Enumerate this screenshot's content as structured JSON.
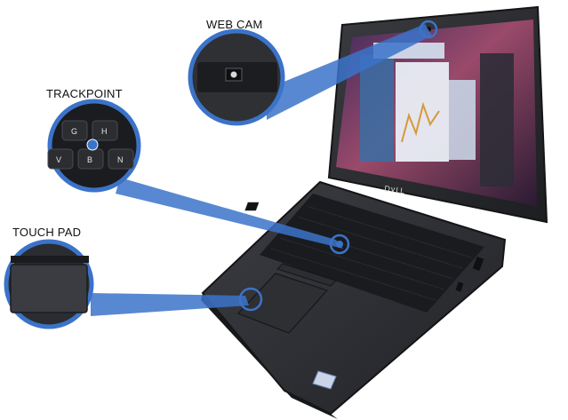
{
  "callouts": {
    "webcam": {
      "label": "WEB CAM"
    },
    "trackpoint": {
      "label": "TRACKPOINT",
      "keys": [
        "G",
        "H",
        "V",
        "B",
        "N"
      ]
    },
    "touchpad": {
      "label": "TOUCH PAD"
    }
  },
  "brand": {
    "logo": "DELL"
  },
  "colors": {
    "callout_blue": "#3b73c9",
    "laptop_body": "#2a2c30",
    "keyboard": "#1d1e21",
    "screen_wallpaper": "#7a3a5a"
  },
  "icons": [
    "webcam-icon",
    "trackpoint-icon",
    "touchpad-icon",
    "dell-logo-icon",
    "intel-sticker-icon"
  ]
}
